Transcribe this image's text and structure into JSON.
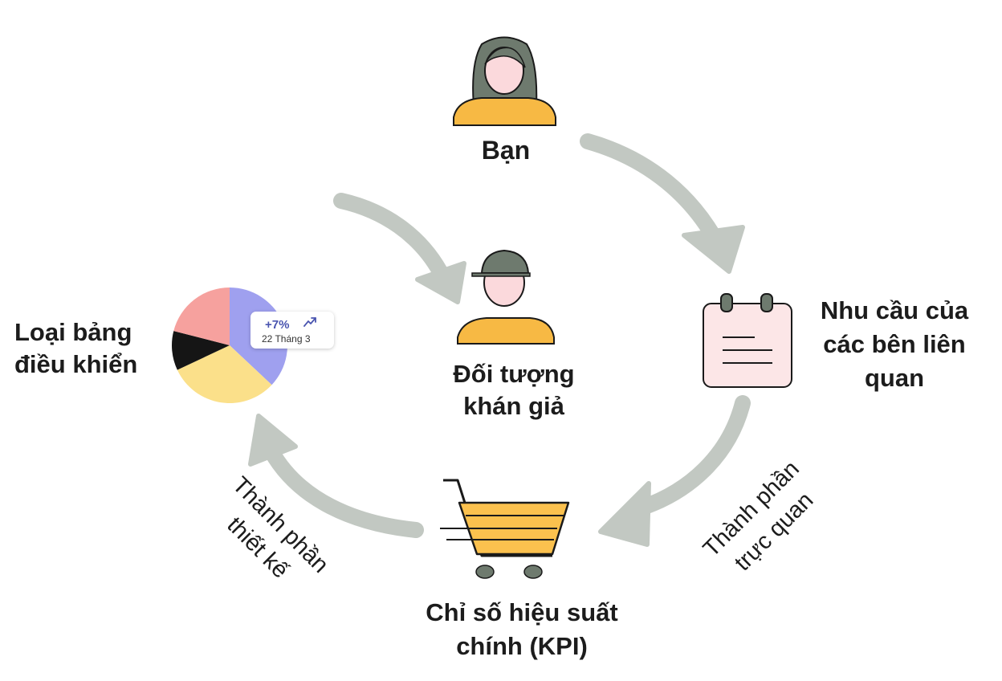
{
  "nodes": {
    "you": {
      "label": "Bạn"
    },
    "audience": {
      "lines": [
        "Đối tượng",
        "khán giả"
      ]
    },
    "stakeholder_needs": {
      "lines": [
        "Nhu cầu của",
        "các bên liên",
        "quan"
      ]
    },
    "kpi": {
      "lines": [
        "Chỉ số hiệu suất",
        "chính (KPI)"
      ]
    },
    "dashboard_type": {
      "lines": [
        "Loại bảng",
        "điều khiển"
      ]
    }
  },
  "edges": {
    "visual_components": {
      "lines": [
        "Thành phần",
        "trực quan"
      ]
    },
    "design_components": {
      "lines": [
        "Thành phần",
        "thiết kế"
      ]
    }
  },
  "pie_badge": {
    "change": "+7%",
    "date": "22 Tháng 3"
  },
  "pie_slices": [
    {
      "name": "purple",
      "color": "#9fa0ef",
      "fraction": 0.37
    },
    {
      "name": "yellow",
      "color": "#fbe08a",
      "fraction": 0.31
    },
    {
      "name": "black",
      "color": "#151515",
      "fraction": 0.11
    },
    {
      "name": "pink",
      "color": "#f6a19e",
      "fraction": 0.21
    }
  ],
  "colors": {
    "arrow": "#c2c8c2",
    "hair": "#6e7a6e",
    "skin": "#fbd9dc",
    "shirt": "#f7b944",
    "outline": "#1a1a1a",
    "calendar_bg": "#fce6e7",
    "cart_fill": "#fbc14e"
  },
  "icons": {
    "you": "woman-icon",
    "audience": "man-cap-icon",
    "stakeholder_needs": "calendar-icon",
    "kpi": "shopping-cart-icon",
    "dashboard_type": "pie-chart-icon"
  }
}
